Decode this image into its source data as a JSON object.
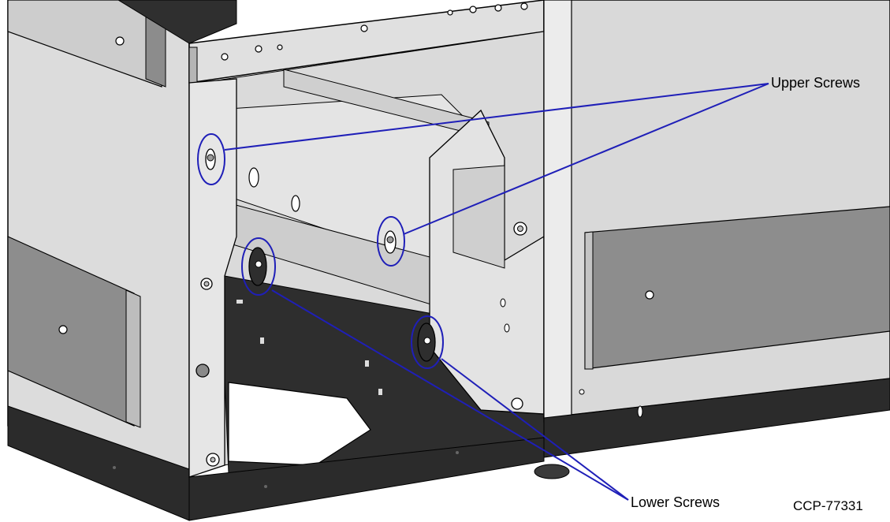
{
  "figure": {
    "callouts": {
      "upper": "Upper Screws",
      "lower": "Lower Screws"
    },
    "figure_id": "CCP-77331"
  },
  "colors": {
    "callout_line": "#1f1fb8",
    "panel_light": "#e3e3e3",
    "panel_mid": "#cfcfcf",
    "panel_dark": "#8a8a8a",
    "base_dark": "#2b2b2b",
    "outline": "#000000"
  }
}
